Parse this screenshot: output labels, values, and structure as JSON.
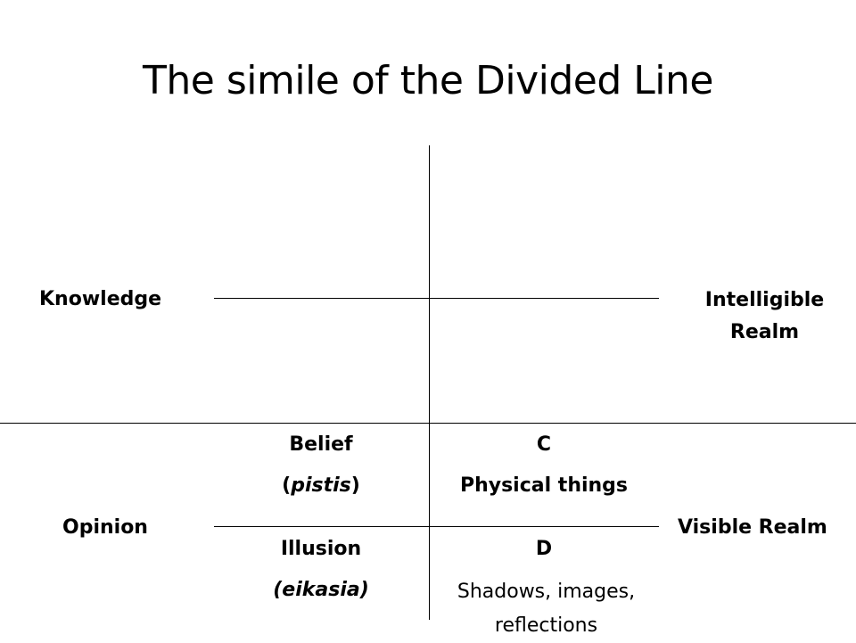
{
  "title": "The simile of the Divided Line",
  "left_labels": {
    "upper": "Knowledge",
    "lower": "Opinion"
  },
  "right_labels": {
    "upper": "Intelligible Realm",
    "lower": "Visible Realm"
  },
  "segments": {
    "c": {
      "faculty": "Belief",
      "faculty_greek": "(pistis)",
      "letter": "C",
      "objects": "Physical things"
    },
    "d": {
      "faculty": "Illusion",
      "faculty_greek": "(eikasia)",
      "letter": "D",
      "objects": "Shadows, images, reflections"
    }
  }
}
